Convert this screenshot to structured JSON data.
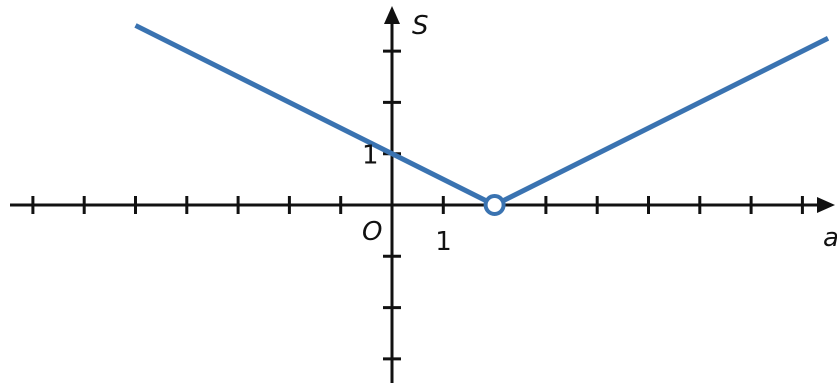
{
  "chart_data": {
    "type": "line",
    "x_axis_label": "a",
    "y_axis_label": "S",
    "origin_label": "O",
    "x_tick_label": "1",
    "y_tick_label": "1",
    "xlim": [
      -7.5,
      8.6
    ],
    "ylim": [
      -3.5,
      3.6
    ],
    "x_ticks": [
      -7,
      -6,
      -5,
      -4,
      -3,
      -2,
      -1,
      1,
      2,
      3,
      4,
      5,
      6,
      7,
      8
    ],
    "y_ticks": [
      -3,
      -2,
      -1,
      1,
      2,
      3
    ],
    "series": [
      {
        "x": [
          -5,
          2,
          8.5
        ],
        "y": [
          3.5,
          0,
          3.25
        ]
      }
    ],
    "open_points": [
      {
        "x": 2,
        "y": 0
      }
    ],
    "line_color": "#3a73b1",
    "axis_color": "#111111"
  }
}
